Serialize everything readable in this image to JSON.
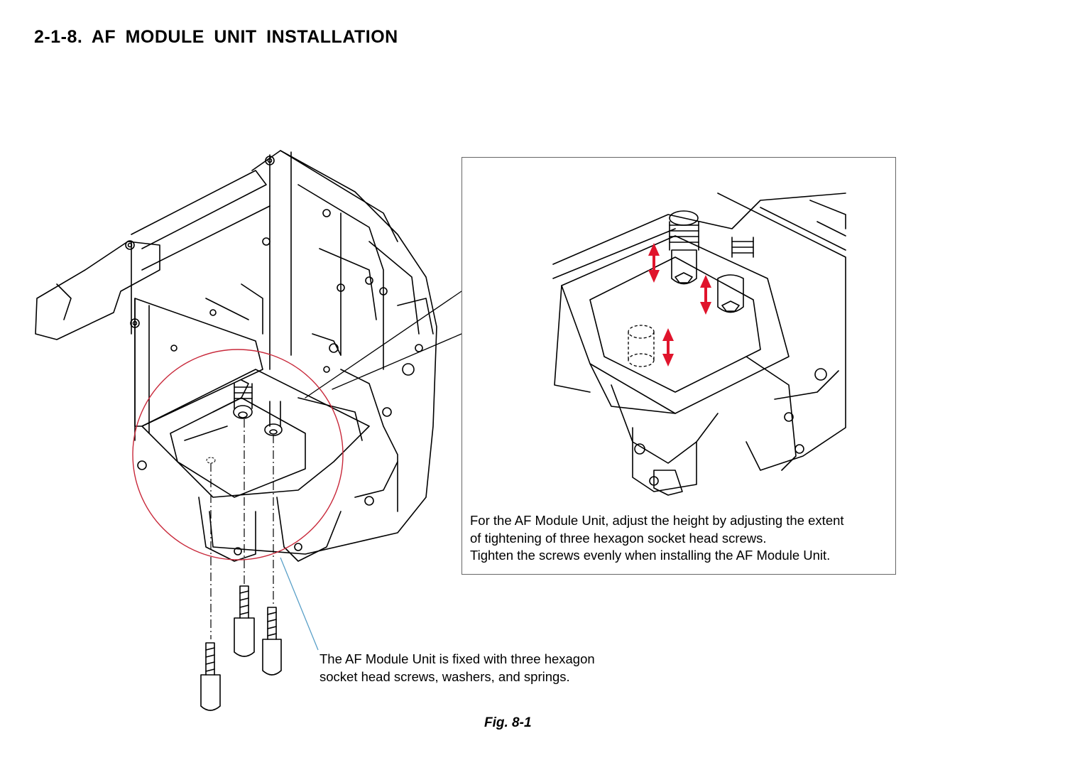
{
  "heading": "2-1-8.  AF  MODULE  UNIT  INSTALLATION",
  "inset_note": {
    "lines": [
      "For the AF Module Unit, adjust the height by adjusting the extent",
      "of tightening of three hexagon socket head screws.",
      "Tighten the screws evenly when installing the AF Module Unit."
    ]
  },
  "main_note": {
    "lines": [
      "The AF Module Unit is fixed with three hexagon",
      "socket head screws, washers, and springs."
    ]
  },
  "figure_caption": "Fig. 8-1",
  "colors": {
    "detail_circle": "#c8283a",
    "adjust_arrows": "#e0142c",
    "leader_line": "#5aa0c8"
  }
}
